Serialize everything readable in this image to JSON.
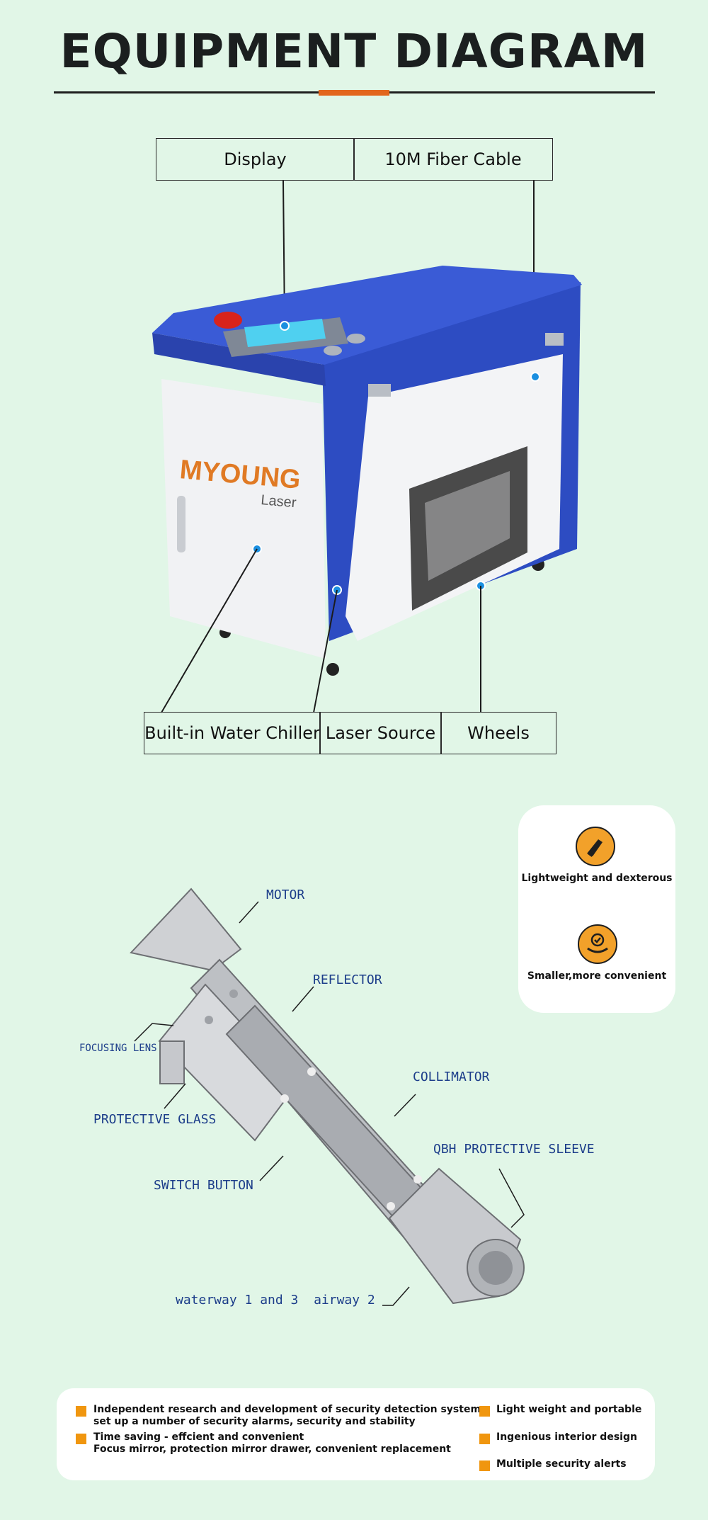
{
  "title": "EQUIPMENT DIAGRAM",
  "machine_labels": {
    "display": "Display",
    "fiber_cable": "10M Fiber Cable",
    "water_chiller": "Built-in Water Chiller",
    "laser_source": "Laser Source",
    "wheels": "Wheels"
  },
  "brand": {
    "logo_text": "MYOUNG",
    "logo_sub": "Laser"
  },
  "gun_labels": {
    "motor": "MOTOR",
    "reflector": "REFLECTOR",
    "focusing_lens": "FOCUSING LENS",
    "collimator": "COLLIMATOR",
    "protective_glass": "PROTECTIVE GLASS",
    "qbh_sleeve": "QBH PROTECTIVE SLEEVE",
    "switch_button": "SWITCH BUTTON",
    "waterway": "waterway 1 and 3  airway 2"
  },
  "features": [
    {
      "icon": "laser-gun-icon",
      "label": "Lightweight and dexterous"
    },
    {
      "icon": "hand-check-icon",
      "label": "Smaller,more convenient"
    }
  ],
  "bottom_left": [
    {
      "line1": "Independent research and development of security detection system,",
      "line2": "set up a number of security alarms, security and stability"
    },
    {
      "line1": "Time saving - effcient and convenient",
      "line2": "Focus mirror, protection mirror drawer, convenient replacement"
    }
  ],
  "bottom_right": [
    "Light weight and portable",
    "Ingenious interior design",
    "Multiple security alerts"
  ],
  "colors": {
    "background": "#e1f6e7",
    "accent": "#e2661d",
    "machine_blue": "#2f4fc4",
    "bullet": "#f0960f",
    "label_blue": "#1c3d8a"
  }
}
